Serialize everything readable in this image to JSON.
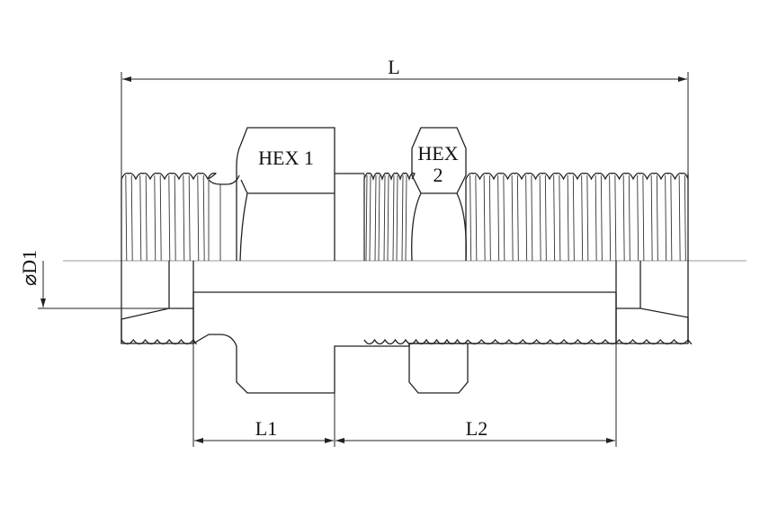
{
  "drawing": {
    "title": "Bulkhead fitting dimension drawing",
    "labels": {
      "overall_length": "L",
      "hex1": "HEX 1",
      "hex2_line1": "HEX",
      "hex2_line2": "2",
      "bore_diameter": "⌀D1",
      "length1": "L1",
      "length2": "L2"
    },
    "colors": {
      "line": "#222222",
      "background": "#ffffff"
    }
  }
}
